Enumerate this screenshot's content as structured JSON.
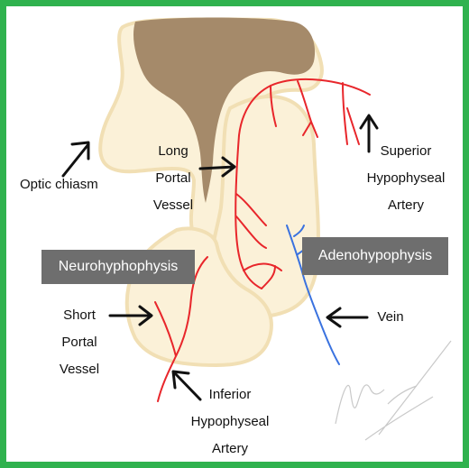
{
  "colors": {
    "border": "#2fb24e",
    "hypothalamus": "#a58a6a",
    "tissue": "#fbf1d8",
    "tissue_edge": "#f1dfb4",
    "artery": "#e8262b",
    "vein": "#3a72df",
    "label_box": "#6e6e6e",
    "arrow": "#111111"
  },
  "labels": {
    "optic_chiasm": "Optic chiasm",
    "long_portal": [
      "Long",
      "Portal",
      "Vessel"
    ],
    "superior": [
      "Superior",
      "Hypophyseal",
      "Artery"
    ],
    "neurohypophysis": "Neurohyphophysis",
    "adenohypophysis": "Adenohypophysis",
    "short_portal": [
      "Short",
      "Portal",
      "Vessel"
    ],
    "vein": "Vein",
    "inferior": [
      "Inferior",
      "Hypophyseal",
      "Artery"
    ]
  },
  "signature": "Whimsical Hearts 2020",
  "icons": [
    "arrow-icon"
  ]
}
